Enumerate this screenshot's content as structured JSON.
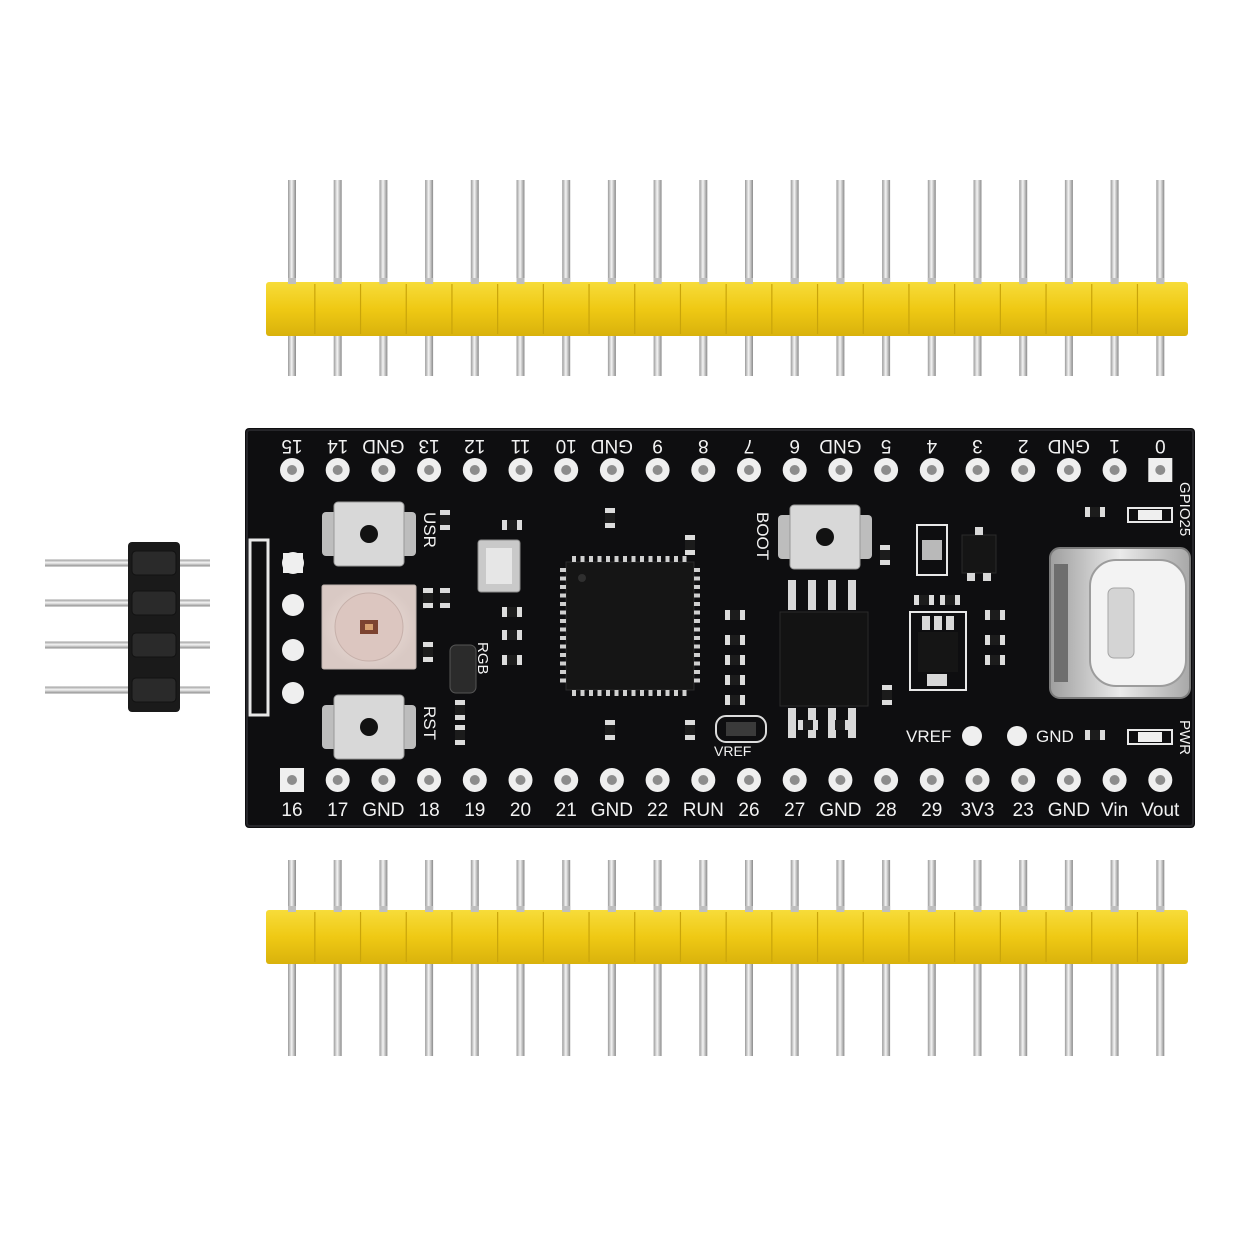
{
  "board": {
    "top_labels": [
      "15",
      "14",
      "GND",
      "13",
      "12",
      "11",
      "10",
      "GND",
      "9",
      "8",
      "7",
      "6",
      "GND",
      "5",
      "4",
      "3",
      "2",
      "GND",
      "1",
      "0"
    ],
    "bottom_labels": [
      "16",
      "17",
      "GND",
      "18",
      "19",
      "20",
      "21",
      "GND",
      "22",
      "RUN",
      "26",
      "27",
      "GND",
      "28",
      "29",
      "3V3",
      "23",
      "GND",
      "Vin",
      "Vout"
    ],
    "silkscreen": {
      "usr": "USR",
      "rst": "RST",
      "boot": "BOOT",
      "rgb": "RGB",
      "vref_chip": "VREF",
      "vref_pad": "VREF",
      "gnd_pad": "GND",
      "gpio25": "GPIO25",
      "pwr": "PWR"
    }
  },
  "colors": {
    "pcb": "#0e0e10",
    "header_plastic": "#f1cf1b",
    "pin_metal": "#cfcfcf",
    "black_header": "#1a1a1a"
  }
}
